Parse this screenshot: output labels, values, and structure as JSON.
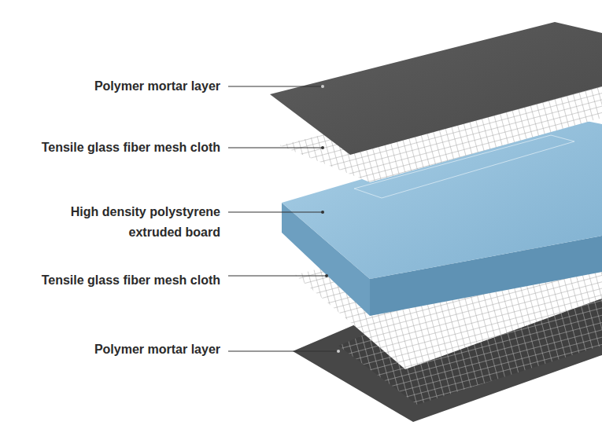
{
  "diagram": {
    "labels": [
      "Polymer mortar layer",
      "Tensile glass fiber mesh cloth",
      "High density polystyrene extruded board",
      "Tensile glass fiber mesh cloth",
      "Polymer mortar layer"
    ]
  }
}
